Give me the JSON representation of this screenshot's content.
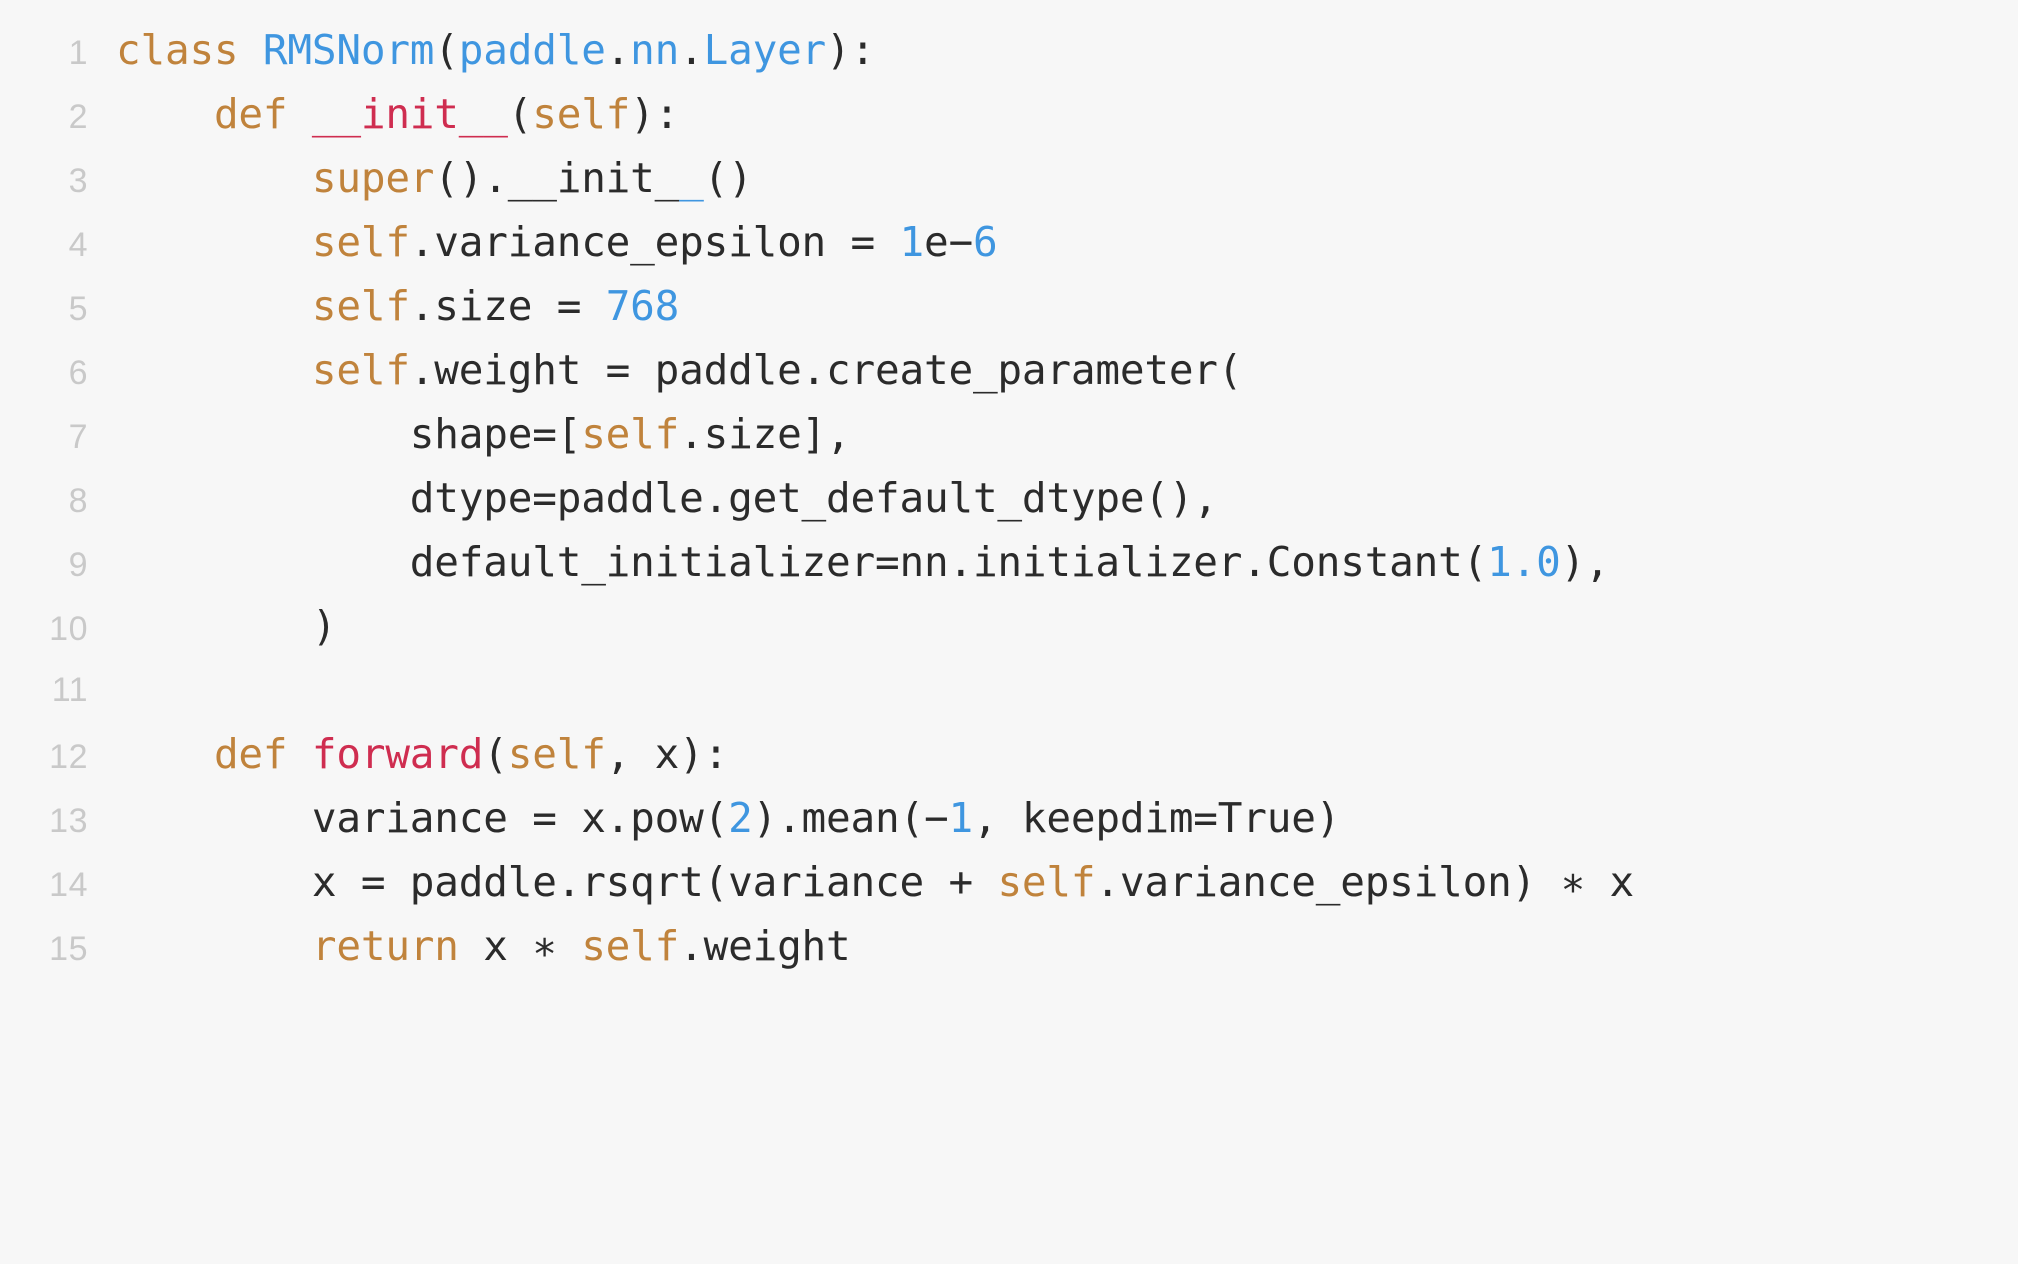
{
  "editor": {
    "name": "code-viewer",
    "language": "python",
    "background_color": "#f7f7f7",
    "gutter_color": "#c9c9c9",
    "colors": {
      "keyword": "#c0833c",
      "class_name": "#3f96e0",
      "function_name": "#cf2d50",
      "number": "#3f96e0",
      "plain": "#2b2b2b"
    },
    "line_numbers": [
      "1",
      "2",
      "3",
      "4",
      "5",
      "6",
      "7",
      "8",
      "9",
      "10",
      "11",
      "12",
      "13",
      "14",
      "15"
    ],
    "lines": [
      {
        "number": "1",
        "text": "class RMSNorm(paddle.nn.Layer):",
        "tokens": [
          {
            "t": "class",
            "c": "t-kw"
          },
          {
            "t": " ",
            "c": "t-pl"
          },
          {
            "t": "RMSNorm",
            "c": "t-cls"
          },
          {
            "t": "(",
            "c": "t-pl"
          },
          {
            "t": "paddle",
            "c": "t-cls"
          },
          {
            "t": ".",
            "c": "t-pl"
          },
          {
            "t": "nn",
            "c": "t-cls"
          },
          {
            "t": ".",
            "c": "t-pl"
          },
          {
            "t": "Layer",
            "c": "t-cls"
          },
          {
            "t": "):",
            "c": "t-pl"
          }
        ]
      },
      {
        "number": "2",
        "text": "    def __init__(self):",
        "tokens": [
          {
            "t": "    ",
            "c": "t-pl"
          },
          {
            "t": "def",
            "c": "t-kw"
          },
          {
            "t": " ",
            "c": "t-pl"
          },
          {
            "t": "__init__",
            "c": "t-fn"
          },
          {
            "t": "(",
            "c": "t-pl"
          },
          {
            "t": "self",
            "c": "t-kw"
          },
          {
            "t": "):",
            "c": "t-pl"
          }
        ]
      },
      {
        "number": "3",
        "text": "        super().__init__()",
        "tokens": [
          {
            "t": "        ",
            "c": "t-pl"
          },
          {
            "t": "super",
            "c": "t-kw"
          },
          {
            "t": "().__init",
            "c": "t-pl"
          },
          {
            "t": "_",
            "c": "t-pl"
          },
          {
            "t": "_",
            "c": "t-cls"
          },
          {
            "t": "()",
            "c": "t-pl"
          }
        ]
      },
      {
        "number": "4",
        "text": "        self.variance_epsilon = 1e-6",
        "tokens": [
          {
            "t": "        ",
            "c": "t-pl"
          },
          {
            "t": "self",
            "c": "t-kw"
          },
          {
            "t": ".variance_epsilon = ",
            "c": "t-pl"
          },
          {
            "t": "1",
            "c": "t-num"
          },
          {
            "t": "e−",
            "c": "t-pl"
          },
          {
            "t": "6",
            "c": "t-num"
          }
        ]
      },
      {
        "number": "5",
        "text": "        self.size = 768",
        "tokens": [
          {
            "t": "        ",
            "c": "t-pl"
          },
          {
            "t": "self",
            "c": "t-kw"
          },
          {
            "t": ".size = ",
            "c": "t-pl"
          },
          {
            "t": "768",
            "c": "t-num"
          }
        ]
      },
      {
        "number": "6",
        "text": "        self.weight = paddle.create_parameter(",
        "tokens": [
          {
            "t": "        ",
            "c": "t-pl"
          },
          {
            "t": "self",
            "c": "t-kw"
          },
          {
            "t": ".weight = paddle.create_parameter(",
            "c": "t-pl"
          }
        ]
      },
      {
        "number": "7",
        "text": "            shape=[self.size],",
        "tokens": [
          {
            "t": "            shape=[",
            "c": "t-pl"
          },
          {
            "t": "self",
            "c": "t-kw"
          },
          {
            "t": ".size],",
            "c": "t-pl"
          }
        ]
      },
      {
        "number": "8",
        "text": "            dtype=paddle.get_default_dtype(),",
        "tokens": [
          {
            "t": "            dtype=paddle.get_default_dtype(),",
            "c": "t-pl"
          }
        ]
      },
      {
        "number": "9",
        "text": "            default_initializer=nn.initializer.Constant(1.0),",
        "tokens": [
          {
            "t": "            default_initializer=nn.initializer.Constant(",
            "c": "t-pl"
          },
          {
            "t": "1.0",
            "c": "t-num"
          },
          {
            "t": "),",
            "c": "t-pl"
          }
        ]
      },
      {
        "number": "10",
        "text": "        )",
        "tokens": [
          {
            "t": "        )",
            "c": "t-pl"
          }
        ]
      },
      {
        "number": "11",
        "text": "",
        "tokens": []
      },
      {
        "number": "12",
        "text": "    def forward(self, x):",
        "tokens": [
          {
            "t": "    ",
            "c": "t-pl"
          },
          {
            "t": "def",
            "c": "t-kw"
          },
          {
            "t": " ",
            "c": "t-pl"
          },
          {
            "t": "forward",
            "c": "t-fn"
          },
          {
            "t": "(",
            "c": "t-pl"
          },
          {
            "t": "self",
            "c": "t-kw"
          },
          {
            "t": ", x):",
            "c": "t-pl"
          }
        ]
      },
      {
        "number": "13",
        "text": "        variance = x.pow(2).mean(-1, keepdim=True)",
        "tokens": [
          {
            "t": "        variance = x.pow(",
            "c": "t-pl"
          },
          {
            "t": "2",
            "c": "t-num"
          },
          {
            "t": ").mean(−",
            "c": "t-pl"
          },
          {
            "t": "1",
            "c": "t-num"
          },
          {
            "t": ", keepdim=True)",
            "c": "t-pl"
          }
        ]
      },
      {
        "number": "14",
        "text": "        x = paddle.rsqrt(variance + self.variance_epsilon) * x",
        "tokens": [
          {
            "t": "        x = paddle.rsqrt(variance + ",
            "c": "t-pl"
          },
          {
            "t": "self",
            "c": "t-kw"
          },
          {
            "t": ".variance_epsilon) ∗ x",
            "c": "t-pl"
          }
        ]
      },
      {
        "number": "15",
        "text": "        return x * self.weight",
        "tokens": [
          {
            "t": "        ",
            "c": "t-pl"
          },
          {
            "t": "return",
            "c": "t-kw"
          },
          {
            "t": " x ∗ ",
            "c": "t-pl"
          },
          {
            "t": "self",
            "c": "t-kw"
          },
          {
            "t": ".weight",
            "c": "t-pl"
          }
        ]
      }
    ]
  }
}
